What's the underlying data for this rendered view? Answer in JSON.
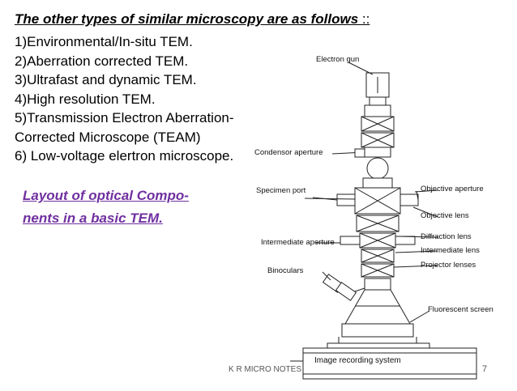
{
  "slide": {
    "title": "The other types of similar microscopy are as follows ",
    "title_suffix": "::",
    "list": [
      "1)Environmental/In-situ TEM.",
      "2)Aberration corrected TEM.",
      "3)Ultrafast and dynamic TEM.",
      "4)High resolution TEM.",
      "5)Transmission Electron Aberration-",
      "Corrected Microscope (TEAM)",
      "6) Low-voltage elertron microscope."
    ],
    "caption_lines": [
      "Layout of optical Compo-",
      "nents in a basic TEM."
    ],
    "diagram_labels": {
      "electron_gun": "Electron gun",
      "condensor_aperture": "Condensor aperture",
      "specimen_port": "Specimen port",
      "objective_aperture": "Objective aperture",
      "objective_lens": "Objective lens",
      "diffraction_lens": "Diffraction lens",
      "intermediate_aperture": "Intermediate aperture",
      "intermediate_lens": "Intermediate lens",
      "projector_lenses": "Projector lenses",
      "binoculars": "Binoculars",
      "fluorescent_screen": "Fluorescent screen",
      "image_recording_system": "Image recording system"
    },
    "footer": "K R MICRO NOTES",
    "page_number": "7",
    "caption_color": "#7030a0"
  }
}
